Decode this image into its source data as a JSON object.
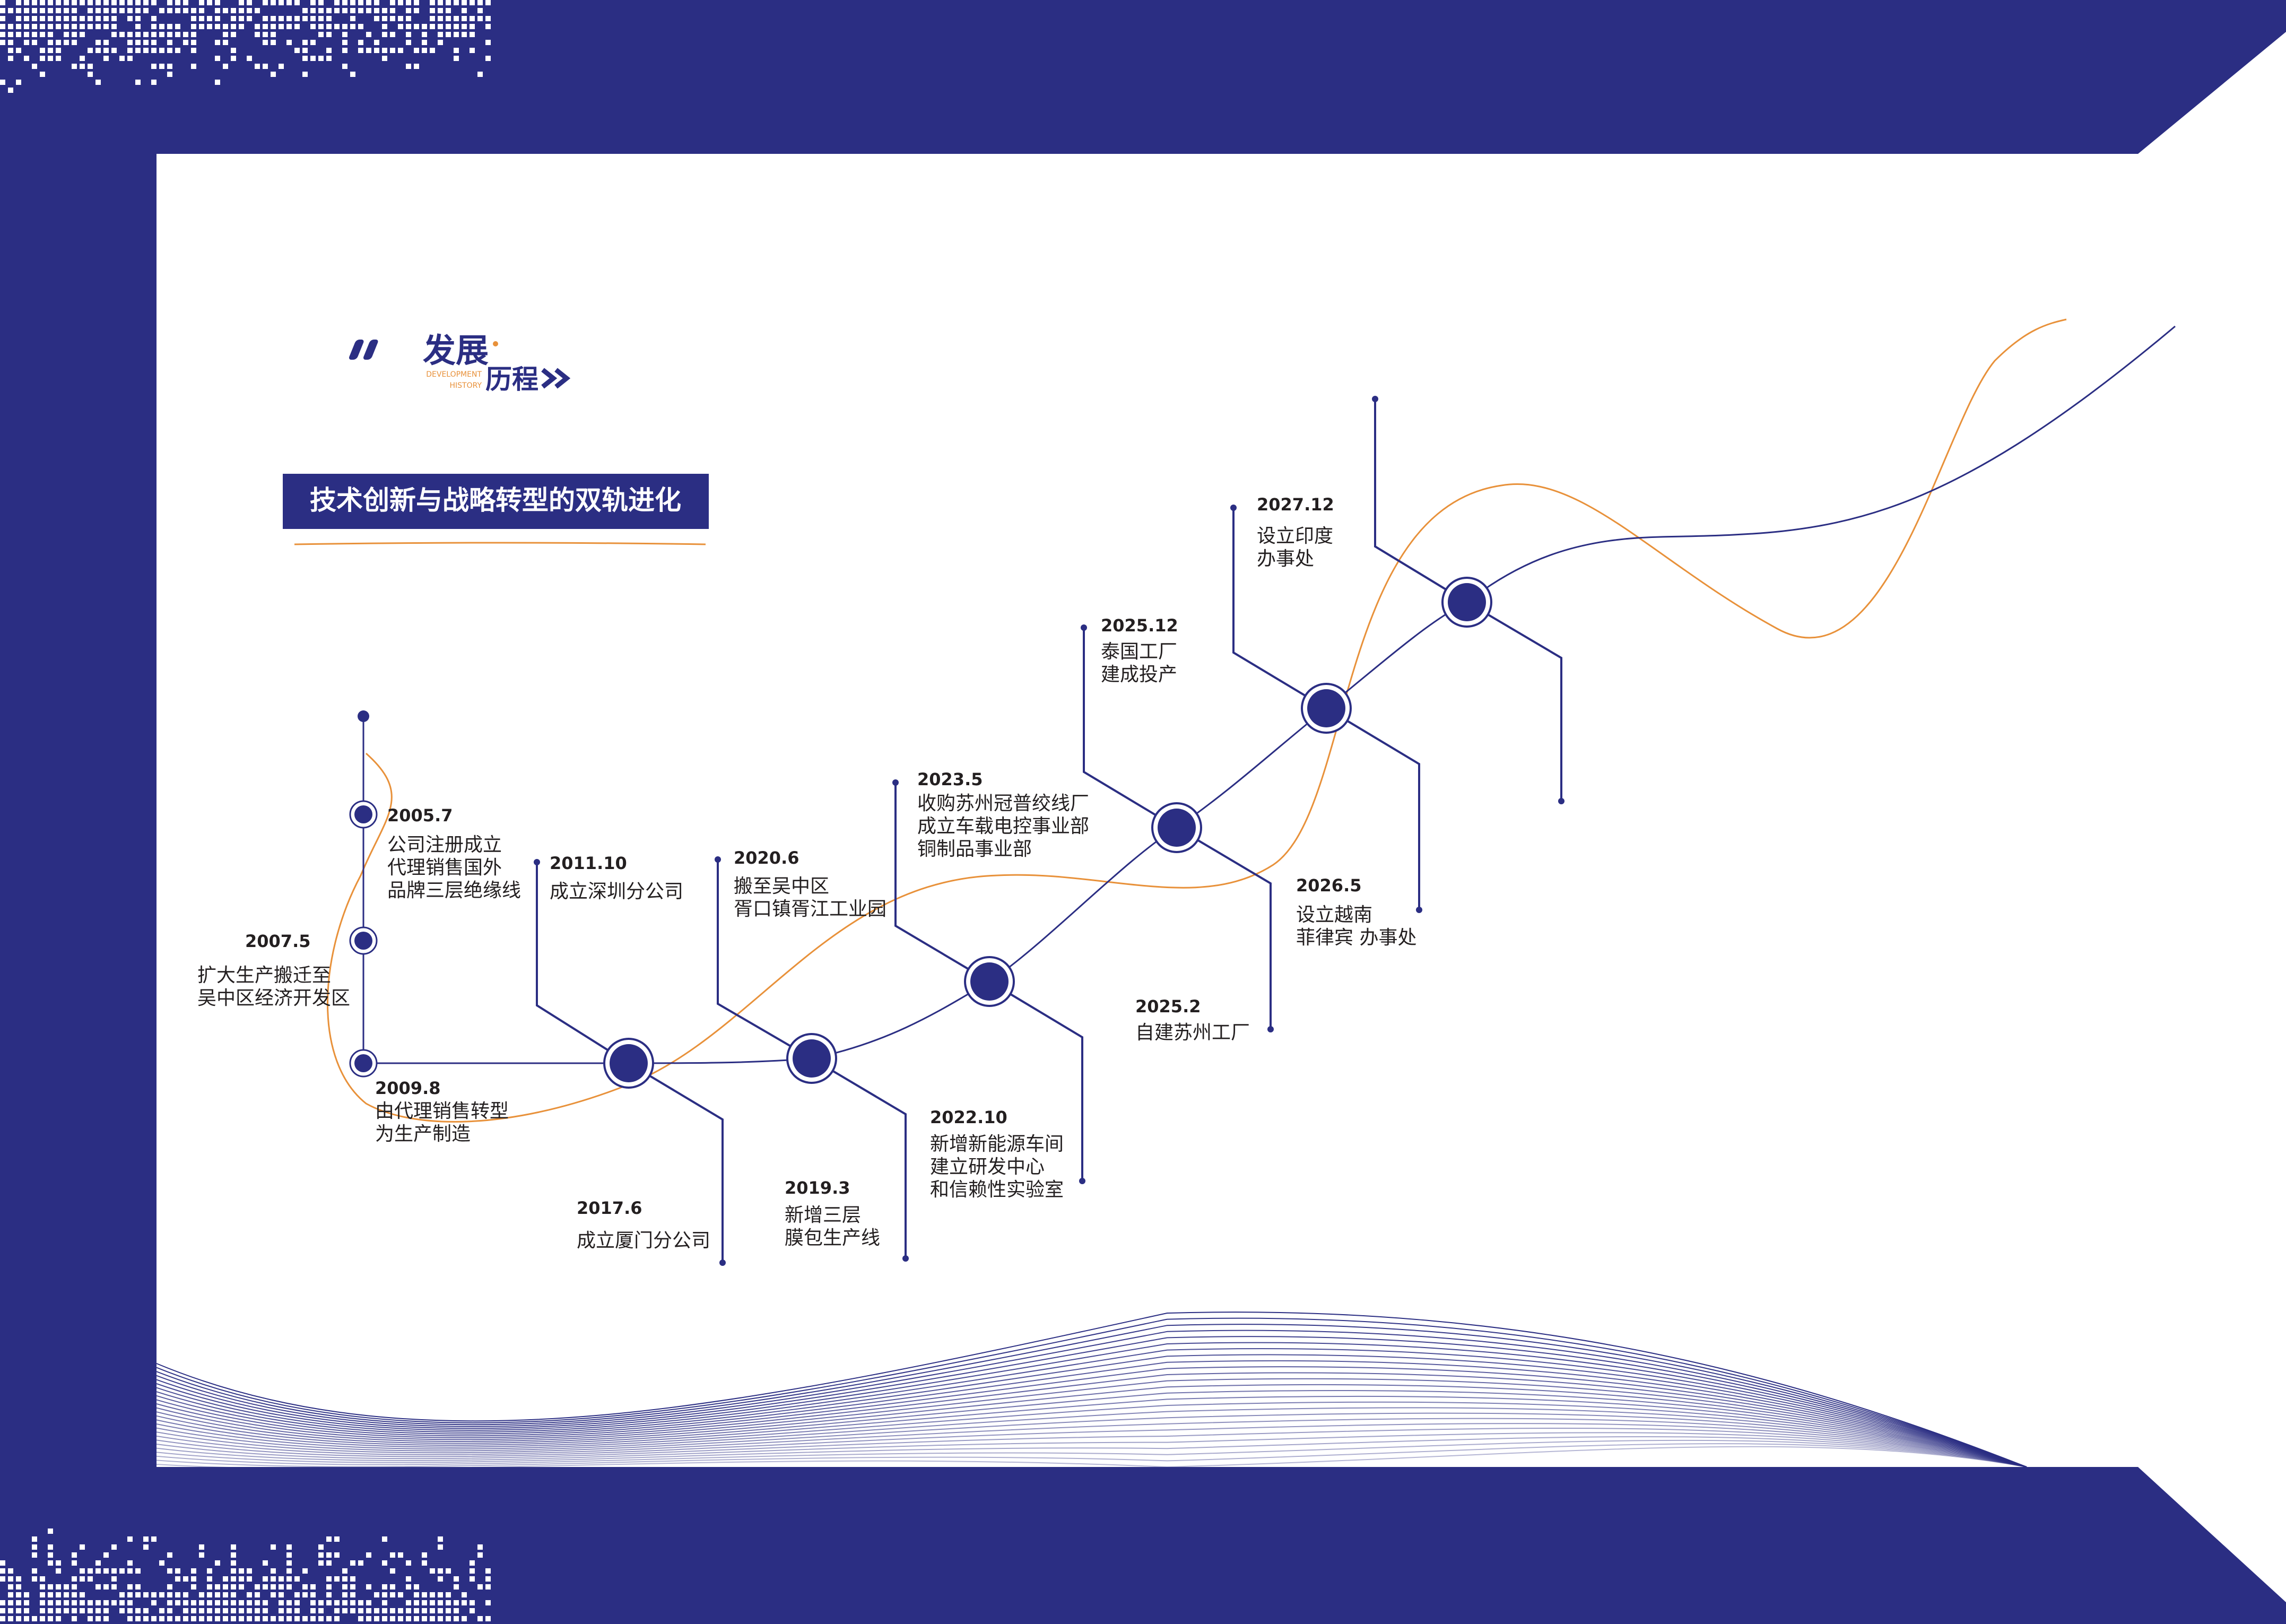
{
  "colors": {
    "navy": "#2b2e83",
    "orange": "#e8913a",
    "white": "#ffffff",
    "text": "#231f20"
  },
  "header": {
    "logo_cn_top": "发展",
    "logo_cn_bottom": "历程",
    "logo_en_line1": "DEVELOPMENT",
    "logo_en_line2": "HISTORY",
    "subtitle": "技术创新与战略转型的双轨进化"
  },
  "milestones": [
    {
      "date": "2005.7",
      "lines": [
        "公司注册成立",
        "代理销售国外",
        "品牌三层绝缘线"
      ]
    },
    {
      "date": "2007.5",
      "lines": [
        "扩大生产搬迁至",
        "吴中区经济开发区"
      ]
    },
    {
      "date": "2009.8",
      "lines": [
        "由代理销售转型",
        "为生产制造"
      ]
    },
    {
      "date": "2011.10",
      "lines": [
        "成立深圳分公司"
      ]
    },
    {
      "date": "2017.6",
      "lines": [
        "成立厦门分公司"
      ]
    },
    {
      "date": "2020.6",
      "lines": [
        "搬至吴中区",
        "胥口镇胥江工业园"
      ]
    },
    {
      "date": "2019.3",
      "lines": [
        "新增三层",
        "膜包生产线"
      ]
    },
    {
      "date": "2023.5",
      "lines": [
        "收购苏州冠普绞线厂",
        "成立车载电控事业部",
        "铜制品事业部"
      ]
    },
    {
      "date": "2022.10",
      "lines": [
        "新增新能源车间",
        "建立研发中心",
        "和信赖性实验室"
      ]
    },
    {
      "date": "2025.12",
      "lines": [
        "泰国工厂",
        "建成投产"
      ]
    },
    {
      "date": "2025.2",
      "lines": [
        "自建苏州工厂"
      ]
    },
    {
      "date": "2027.12",
      "lines": [
        "设立印度",
        "办事处"
      ]
    },
    {
      "date": "2026.5",
      "lines": [
        "设立越南",
        "菲律宾 办事处"
      ]
    }
  ]
}
